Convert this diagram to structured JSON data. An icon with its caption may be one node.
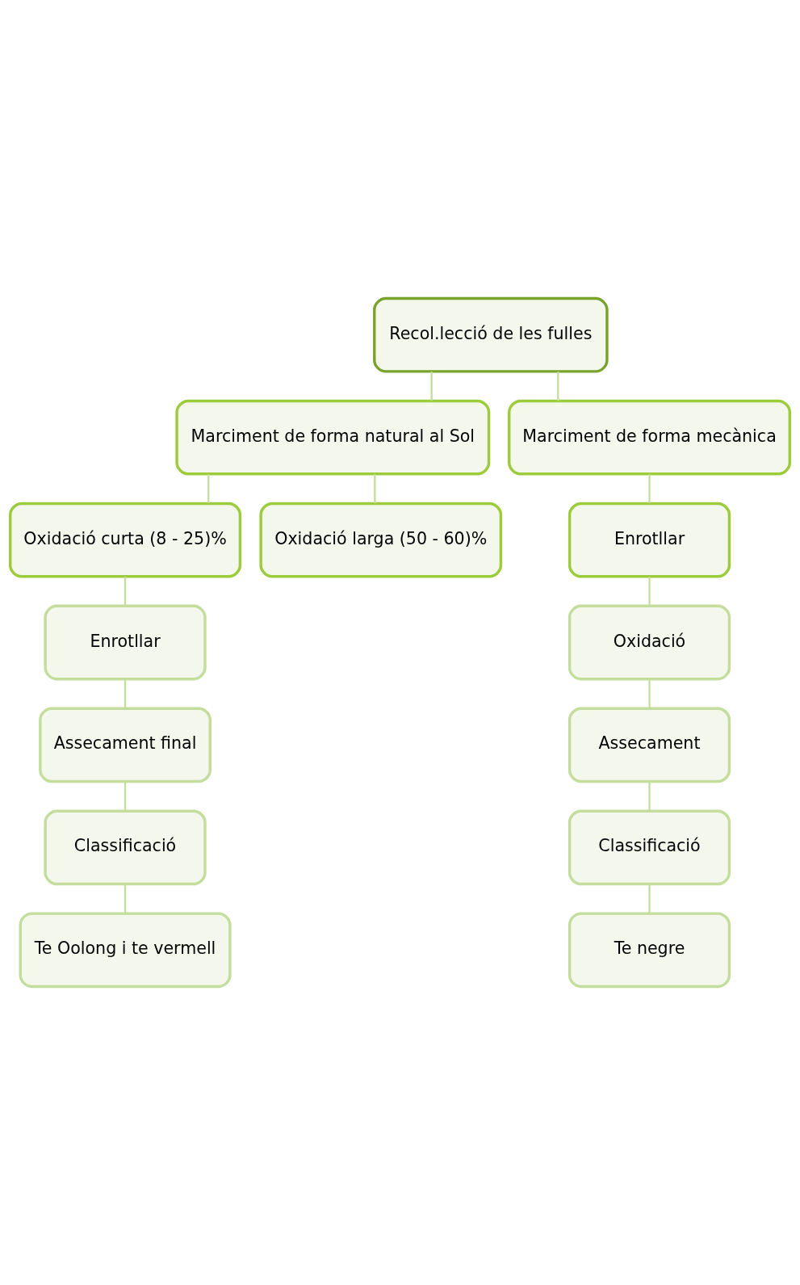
{
  "diagram": {
    "nodes": [
      {
        "text": [
          "Recol.lecció de les fulles"
        ]
      },
      {
        "text": [
          "Marciment de forma natural al Sol"
        ]
      },
      {
        "text": [
          "Marciment de forma mecànica"
        ]
      },
      {
        "text": [
          "Oxidació curta (8 - 25)%"
        ]
      },
      {
        "text": [
          "Oxidació larga (50 - 60)%"
        ]
      },
      {
        "text": [
          "Enrotllar"
        ]
      },
      {
        "text": [
          "Assecament final"
        ]
      },
      {
        "text": [
          "Classificació"
        ]
      },
      {
        "text": [
          "Te Oolong i te vermell"
        ]
      },
      {
        "text": [
          "Enrotllar"
        ]
      },
      {
        "text": [
          "Oxidació"
        ]
      },
      {
        "text": [
          "Assecament"
        ]
      },
      {
        "text": [
          "Classificació"
        ]
      },
      {
        "text": [
          "Te negre"
        ]
      }
    ],
    "edges": [
      {
        "from": 0,
        "to": 1,
        "arrow": "none"
      },
      {
        "from": 0,
        "to": 2,
        "arrow": "none"
      },
      {
        "from": 1,
        "to": 3,
        "arrow": "none"
      },
      {
        "from": 1,
        "to": 4,
        "arrow": "none"
      },
      {
        "from": 3,
        "to": 5,
        "arrow": "none"
      },
      {
        "from": 5,
        "to": 6,
        "arrow": "none"
      },
      {
        "from": 6,
        "to": 7,
        "arrow": "none"
      },
      {
        "from": 7,
        "to": 8,
        "arrow": "none"
      },
      {
        "from": 2,
        "to": 9,
        "arrow": "none"
      },
      {
        "from": 9,
        "to": 10,
        "arrow": "none"
      },
      {
        "from": 10,
        "to": 11,
        "arrow": "none"
      },
      {
        "from": 11,
        "to": 12,
        "arrow": "none"
      },
      {
        "from": 12,
        "to": 13,
        "arrow": "none"
      }
    ]
  }
}
